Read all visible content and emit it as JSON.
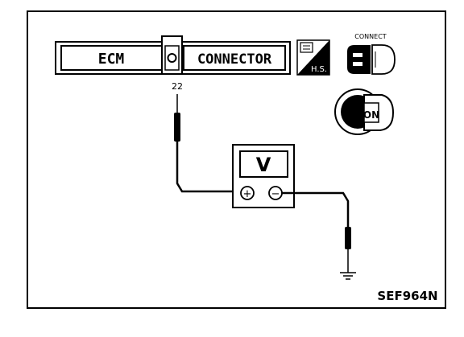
{
  "connector": {
    "left_label": "ECM",
    "right_label": "CONNECTOR"
  },
  "terminal": {
    "number": "22"
  },
  "meter": {
    "unit_label": "V",
    "positive": "+",
    "negative": "−"
  },
  "hs_icon": {
    "label": "H.S."
  },
  "connect_icon": {
    "caption": "CONNECT"
  },
  "ignition_key": {
    "label": "ON"
  },
  "figure_code": "SEF964N"
}
